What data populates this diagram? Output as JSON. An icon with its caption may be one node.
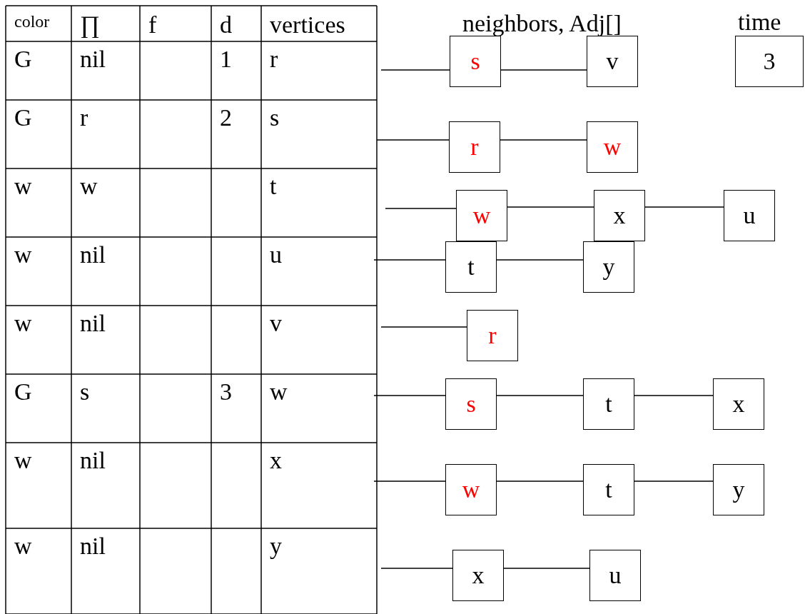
{
  "diagram": {
    "nodes": [
      {
        "text": [
          "s"
        ]
      },
      {
        "text": [
          "v"
        ]
      },
      {
        "text": [
          "time",
          "3"
        ]
      },
      {
        "text": [
          "r"
        ]
      },
      {
        "text": [
          "w"
        ]
      },
      {
        "text": [
          "w"
        ]
      },
      {
        "text": [
          "x"
        ]
      },
      {
        "text": [
          "u"
        ]
      },
      {
        "text": [
          "t"
        ]
      },
      {
        "text": [
          "y"
        ]
      },
      {
        "text": [
          "r"
        ]
      },
      {
        "text": [
          "s"
        ]
      },
      {
        "text": [
          "t"
        ]
      },
      {
        "text": [
          "x"
        ]
      },
      {
        "text": [
          "w"
        ]
      },
      {
        "text": [
          "t"
        ]
      },
      {
        "text": [
          "y"
        ]
      },
      {
        "text": [
          "x"
        ]
      },
      {
        "text": [
          "u"
        ]
      }
    ],
    "edges": [
      {
        "from": null,
        "to": 0,
        "arrow": "none"
      },
      {
        "from": 0,
        "to": 1,
        "arrow": "none"
      },
      {
        "from": null,
        "to": 3,
        "arrow": "none"
      },
      {
        "from": 3,
        "to": 4,
        "arrow": "none"
      },
      {
        "from": null,
        "to": 5,
        "arrow": "none"
      },
      {
        "from": 5,
        "to": 6,
        "arrow": "none"
      },
      {
        "from": 6,
        "to": 7,
        "arrow": "none"
      },
      {
        "from": null,
        "to": 8,
        "arrow": "none"
      },
      {
        "from": 8,
        "to": 9,
        "arrow": "none"
      },
      {
        "from": null,
        "to": 10,
        "arrow": "none"
      },
      {
        "from": null,
        "to": 11,
        "arrow": "none"
      },
      {
        "from": 11,
        "to": 12,
        "arrow": "none"
      },
      {
        "from": 12,
        "to": 13,
        "arrow": "none"
      },
      {
        "from": null,
        "to": 14,
        "arrow": "none"
      },
      {
        "from": 14,
        "to": 15,
        "arrow": "none"
      },
      {
        "from": 15,
        "to": 16,
        "arrow": "none"
      },
      {
        "from": null,
        "to": 17,
        "arrow": "none"
      },
      {
        "from": 17,
        "to": 18,
        "arrow": "none"
      }
    ],
    "labels": [
      "color",
      "∏",
      "f",
      "d",
      "vertices",
      "neighbors, Adj[]",
      "G",
      "nil",
      "1",
      "r",
      "G",
      "r",
      "2",
      "s",
      "w",
      "w",
      "t",
      "w",
      "nil",
      "u",
      "w",
      "nil",
      "v",
      "G",
      "s",
      "3",
      "w",
      "w",
      "nil",
      "x",
      "w",
      "nil",
      "y"
    ]
  }
}
